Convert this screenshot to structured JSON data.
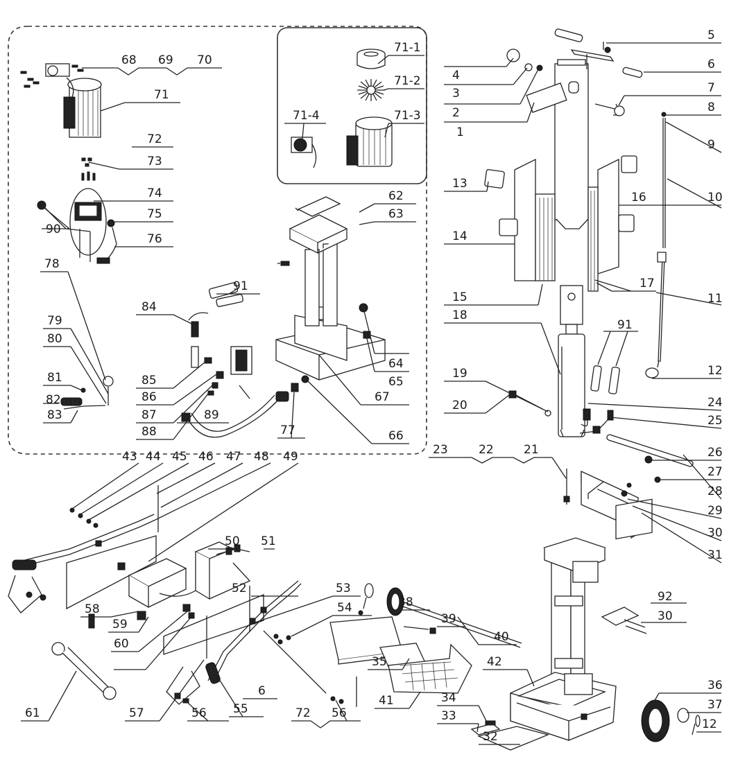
{
  "labels": [
    "1",
    "2",
    "3",
    "4",
    "5",
    "6",
    "7",
    "8",
    "9",
    "10",
    "11",
    "12",
    "13",
    "14",
    "15",
    "16",
    "17",
    "18",
    "19",
    "20",
    "21",
    "22",
    "23",
    "24",
    "25",
    "26",
    "27",
    "28",
    "29",
    "30",
    "31",
    "32",
    "33",
    "34",
    "35",
    "36",
    "37",
    "38",
    "39",
    "40",
    "41",
    "42",
    "43",
    "44",
    "45",
    "46",
    "47",
    "48",
    "49",
    "50",
    "51",
    "52",
    "53",
    "54",
    "55",
    "56",
    "57",
    "58",
    "59",
    "60",
    "61",
    "62",
    "63",
    "64",
    "65",
    "66",
    "67",
    "68",
    "69",
    "70",
    "71",
    "71-1",
    "71-2",
    "71-3",
    "71-4",
    "72",
    "73",
    "74",
    "75",
    "76",
    "77",
    "78",
    "79",
    "80",
    "81",
    "82",
    "83",
    "84",
    "85",
    "86",
    "87",
    "88",
    "89",
    "90",
    "91",
    "92"
  ]
}
